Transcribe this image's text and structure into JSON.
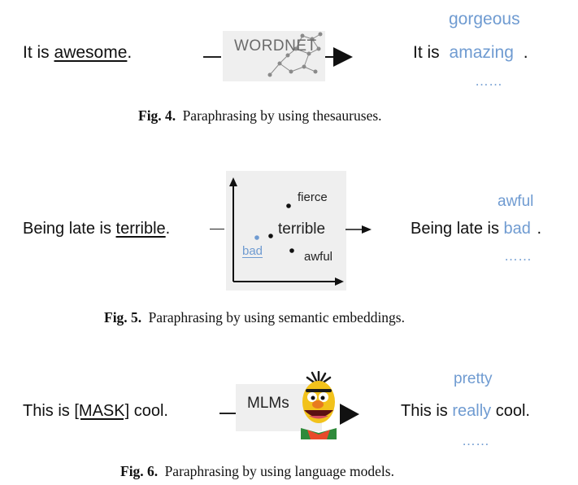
{
  "fig4": {
    "sentence_prefix": "It is",
    "target_word": "awesome",
    "sentence_suffix": ".",
    "tool_label": "WORDNET",
    "output_prefix": "It is",
    "output_word": "amazing",
    "output_suffix": ".",
    "alternative": "gorgeous",
    "ellipsis": "……",
    "caption_label": "Fig. 4.",
    "caption_text": "Paraphrasing by using thesauruses."
  },
  "fig5": {
    "sentence_prefix": "Being late is",
    "target_word": "terrible",
    "sentence_suffix": ".",
    "embedding_words": {
      "fierce": "fierce",
      "terrible": "terrible",
      "bad": "bad",
      "awful": "awful"
    },
    "output_prefix": "Being late is",
    "output_word": "bad",
    "output_suffix": ".",
    "alternative": "awful",
    "ellipsis": "……",
    "caption_label": "Fig. 5.",
    "caption_text": "Paraphrasing by using semantic embeddings."
  },
  "fig6": {
    "sentence_prefix": "This is",
    "mask_token": "[MASK]",
    "sentence_suffix": "cool.",
    "tool_label": "MLMs",
    "output_prefix": "This is",
    "output_word": "really",
    "output_suffix": "cool.",
    "alternative": "pretty",
    "ellipsis": "……",
    "caption_label": "Fig. 6.",
    "caption_text": "Paraphrasing by using language models."
  },
  "colors": {
    "accent_blue": "#6f9bd1",
    "text": "#111111",
    "panel_gray": "#efefef",
    "puppet_yellow": "#f2c21b",
    "puppet_orange": "#e87a1e"
  },
  "icons": {
    "fig4_tool": "wordnet-graph-icon",
    "fig6_tool": "puppet-character-icon",
    "arrows": "right-arrow-icon"
  }
}
